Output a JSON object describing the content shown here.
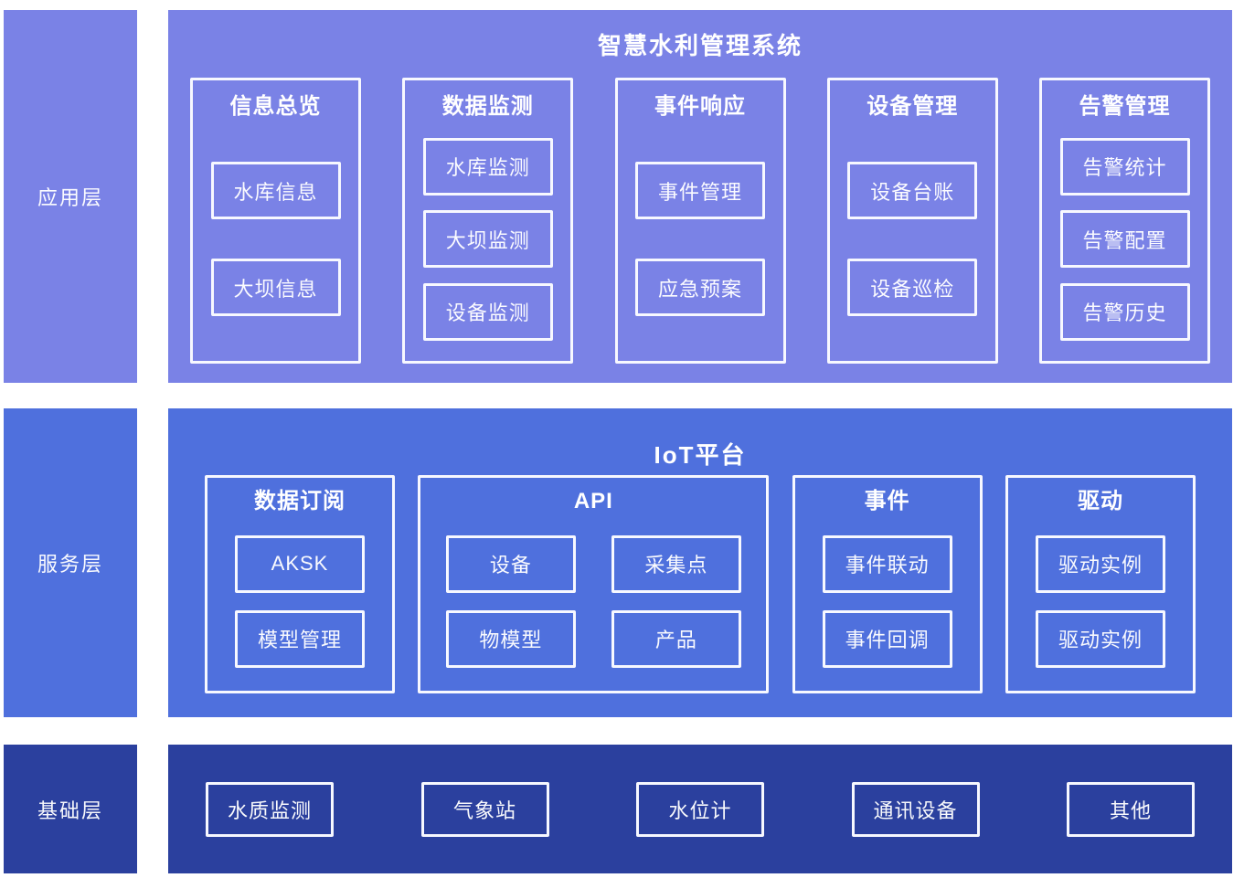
{
  "colors": {
    "page_bg": "#ffffff",
    "application_layer_bg": "#7A82E6",
    "service_layer_bg": "#4F70DD",
    "base_layer_bg": "#2B409E",
    "box_border": "#F7F8FF",
    "text": "#FFFFFF"
  },
  "sidebar": {
    "layers": [
      {
        "label": "应用层"
      },
      {
        "label": "服务层"
      },
      {
        "label": "基础层"
      }
    ]
  },
  "application_layer": {
    "title": "智慧水利管理系统",
    "columns": [
      {
        "title": "信息总览",
        "items": [
          "水库信息",
          "大坝信息"
        ]
      },
      {
        "title": "数据监测",
        "items": [
          "水库监测",
          "大坝监测",
          "设备监测"
        ]
      },
      {
        "title": "事件响应",
        "items": [
          "事件管理",
          "应急预案"
        ]
      },
      {
        "title": "设备管理",
        "items": [
          "设备台账",
          "设备巡检"
        ]
      },
      {
        "title": "告警管理",
        "items": [
          "告警统计",
          "告警配置",
          "告警历史"
        ]
      }
    ]
  },
  "service_layer": {
    "title": "IoT平台",
    "columns": [
      {
        "title": "数据订阅",
        "layout": "column",
        "items": [
          "AKSK",
          "模型管理"
        ]
      },
      {
        "title": "API",
        "layout": "grid",
        "items": [
          "设备",
          "采集点",
          "物模型",
          "产品"
        ]
      },
      {
        "title": "事件",
        "layout": "column",
        "items": [
          "事件联动",
          "事件回调"
        ]
      },
      {
        "title": "驱动",
        "layout": "column",
        "items": [
          "驱动实例",
          "驱动实例"
        ]
      }
    ]
  },
  "base_layer": {
    "items": [
      "水质监测",
      "气象站",
      "水位计",
      "通讯设备",
      "其他"
    ]
  }
}
